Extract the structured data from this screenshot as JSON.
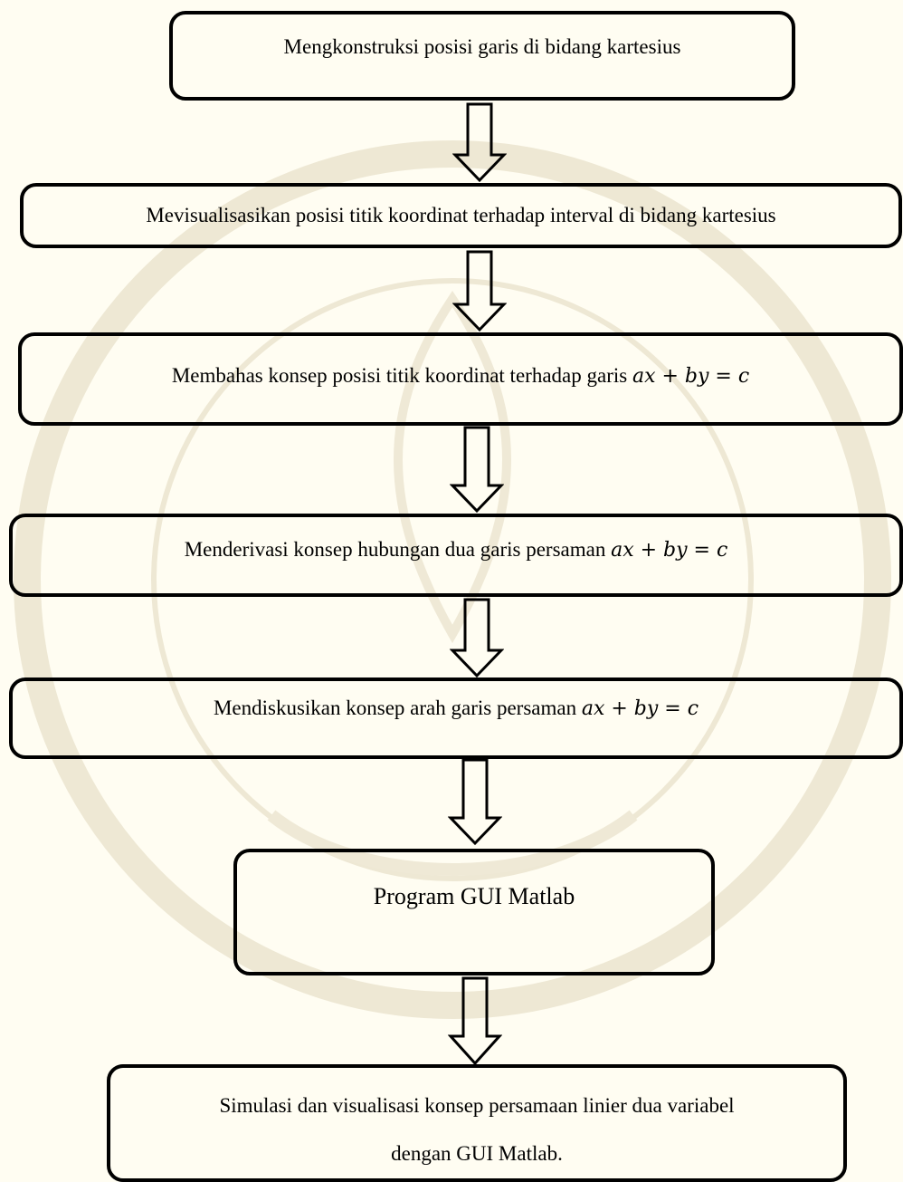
{
  "flowchart": {
    "steps": [
      {
        "text": "Mengkonstruksi posisi garis di bidang kartesius"
      },
      {
        "text": "Mevisualisasikan posisi titik koordinat terhadap interval di bidang kartesius"
      },
      {
        "text": "Membahas konsep posisi titik koordinat terhadap garis ",
        "math": "ax + by = c"
      },
      {
        "text": "Menderivasi konsep hubungan dua garis persaman ",
        "math": "ax + by = c"
      },
      {
        "text": "Mendiskusikan konsep arah garis persaman ",
        "math": "ax + by = c"
      },
      {
        "text": "Program GUI Matlab"
      },
      {
        "text_line1": "Simulasi dan visualisasi konsep persamaan linier dua variabel",
        "text_line2": "dengan GUI Matlab."
      }
    ]
  },
  "colors": {
    "background": "#fffdf2",
    "stroke": "#000000",
    "watermark": "#e9e3cf"
  }
}
